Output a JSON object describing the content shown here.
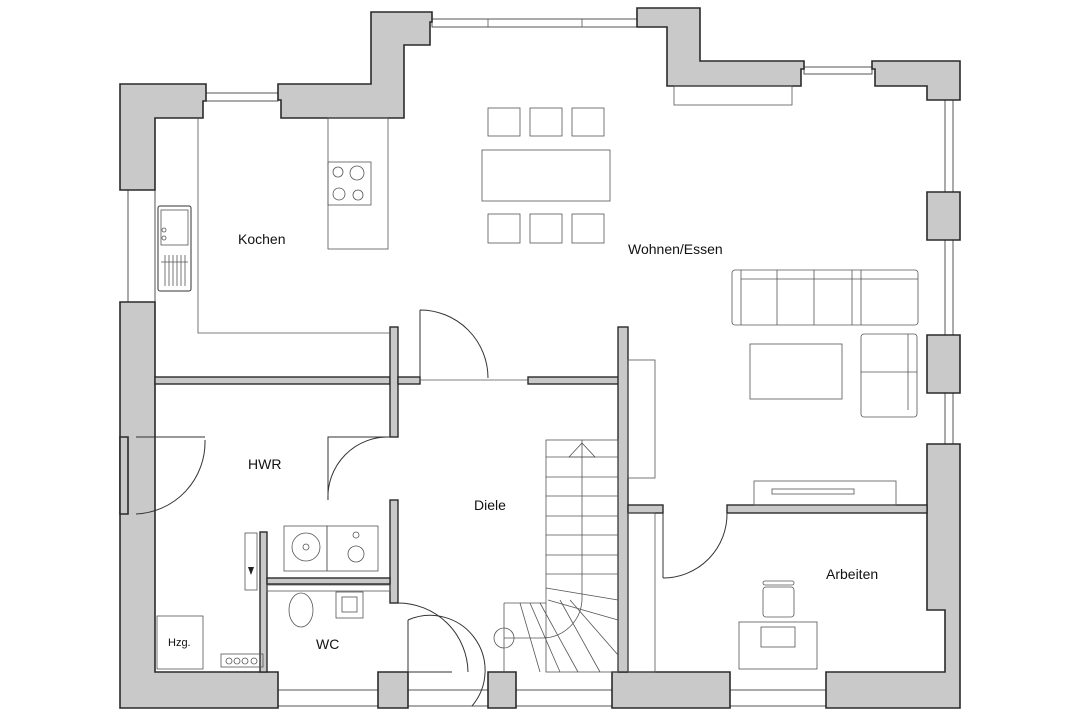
{
  "plan": {
    "rooms": {
      "kochen": "Kochen",
      "wohnen_essen": "Wohnen/Essen",
      "hwr": "HWR",
      "diele": "Diele",
      "arbeiten": "Arbeiten",
      "wc": "WC"
    },
    "heating_label": "Hzg."
  },
  "colors": {
    "wall": "#c9c9c9",
    "line": "#2a2a2a"
  }
}
